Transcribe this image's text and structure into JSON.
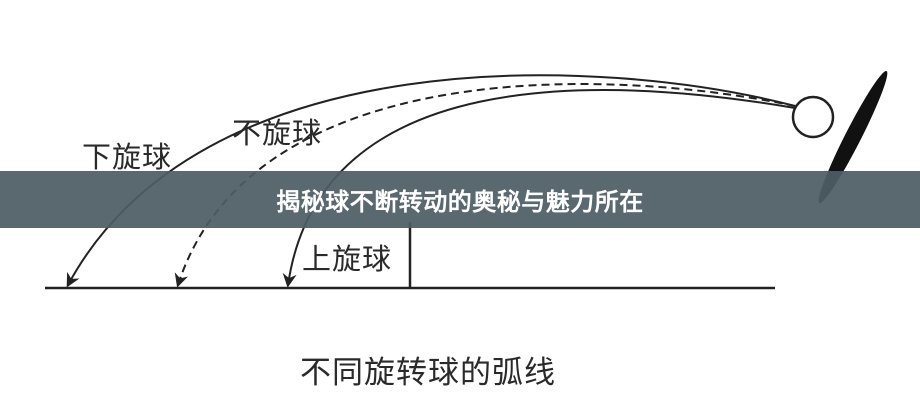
{
  "diagram": {
    "labels": {
      "backspin": "下旋球",
      "nospin": "不旋球",
      "topspin": "上旋球"
    },
    "caption": "不同旋转球的弧线"
  },
  "banner": {
    "title": "揭秘球不断转动的奥秘与魅力所在",
    "background": "#4e5c64",
    "text_color": "#ffffff"
  }
}
